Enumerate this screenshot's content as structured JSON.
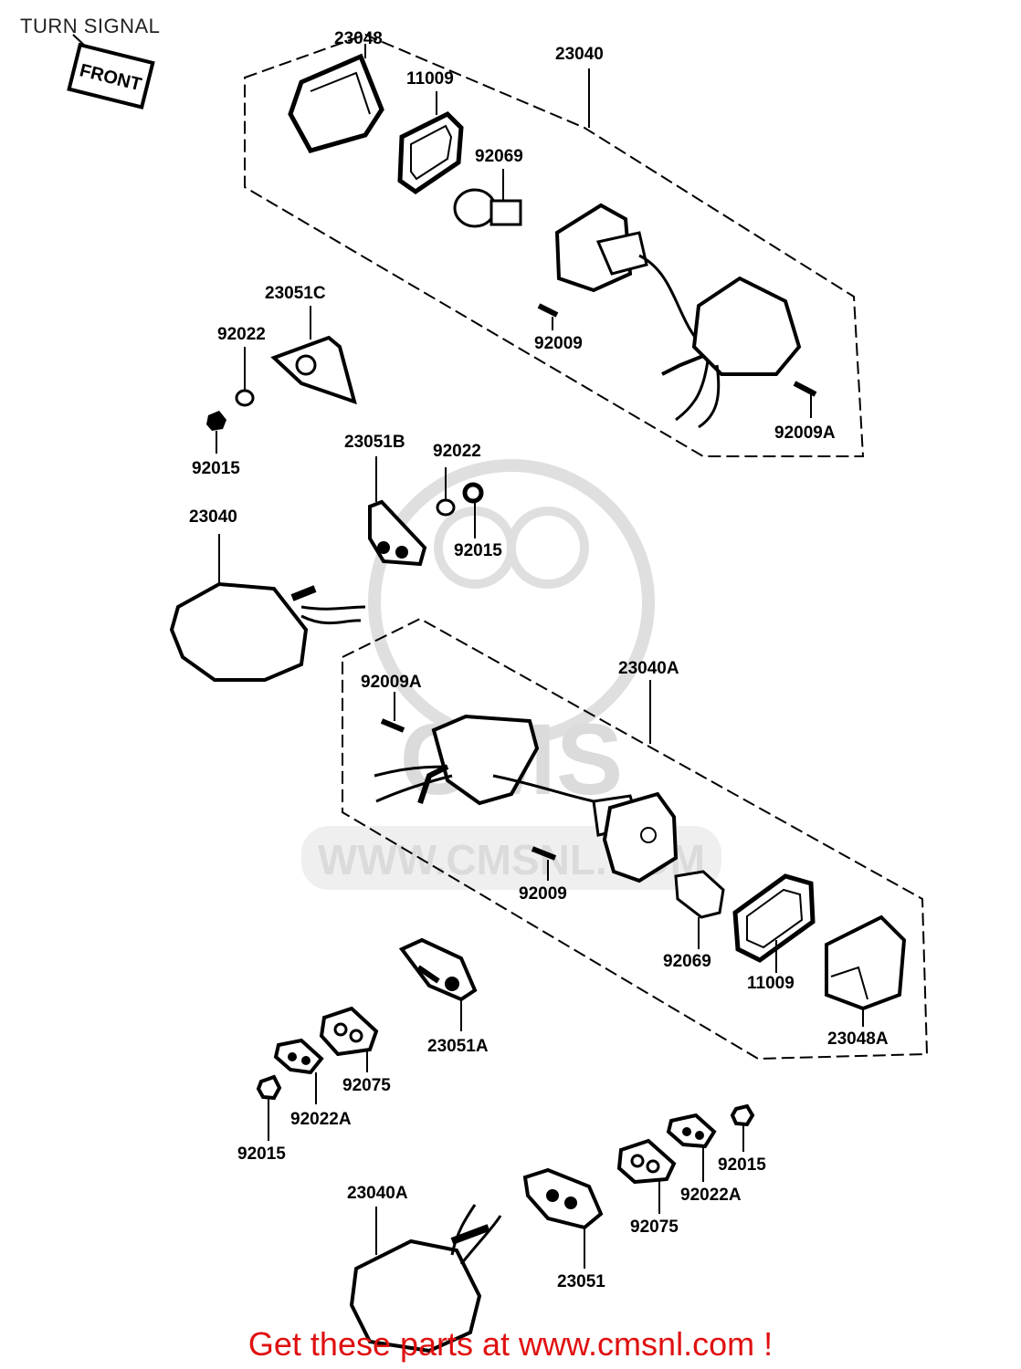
{
  "title": "TURN SIGNAL",
  "front_label": "FRONT",
  "watermark": {
    "logo": "CMS",
    "url": "WWW.CMSNL.COM"
  },
  "footer": "Get these parts at www.cmsnl.com !",
  "parts": {
    "p23048_top": "23048",
    "p11009_top": "11009",
    "p23040_top": "23040",
    "p92069_top": "92069",
    "p92009_top": "92009",
    "p92009A_top": "92009A",
    "p23051C": "23051C",
    "p92022_left": "92022",
    "p92015_left": "92015",
    "p23051B": "23051B",
    "p92022_mid": "92022",
    "p92015_mid": "92015",
    "p23040_left": "23040",
    "p92009A_mid": "92009A",
    "p23040A_box": "23040A",
    "p92009_mid": "92009",
    "p92069_mid": "92069",
    "p11009_mid": "11009",
    "p23048A": "23048A",
    "p23051A": "23051A",
    "p92075_left": "92075",
    "p92022A_left": "92022A",
    "p92015_low_left": "92015",
    "p23040A_bottom": "23040A",
    "p23051": "23051",
    "p92075_right": "92075",
    "p92022A_right": "92022A",
    "p92015_low_right": "92015"
  }
}
